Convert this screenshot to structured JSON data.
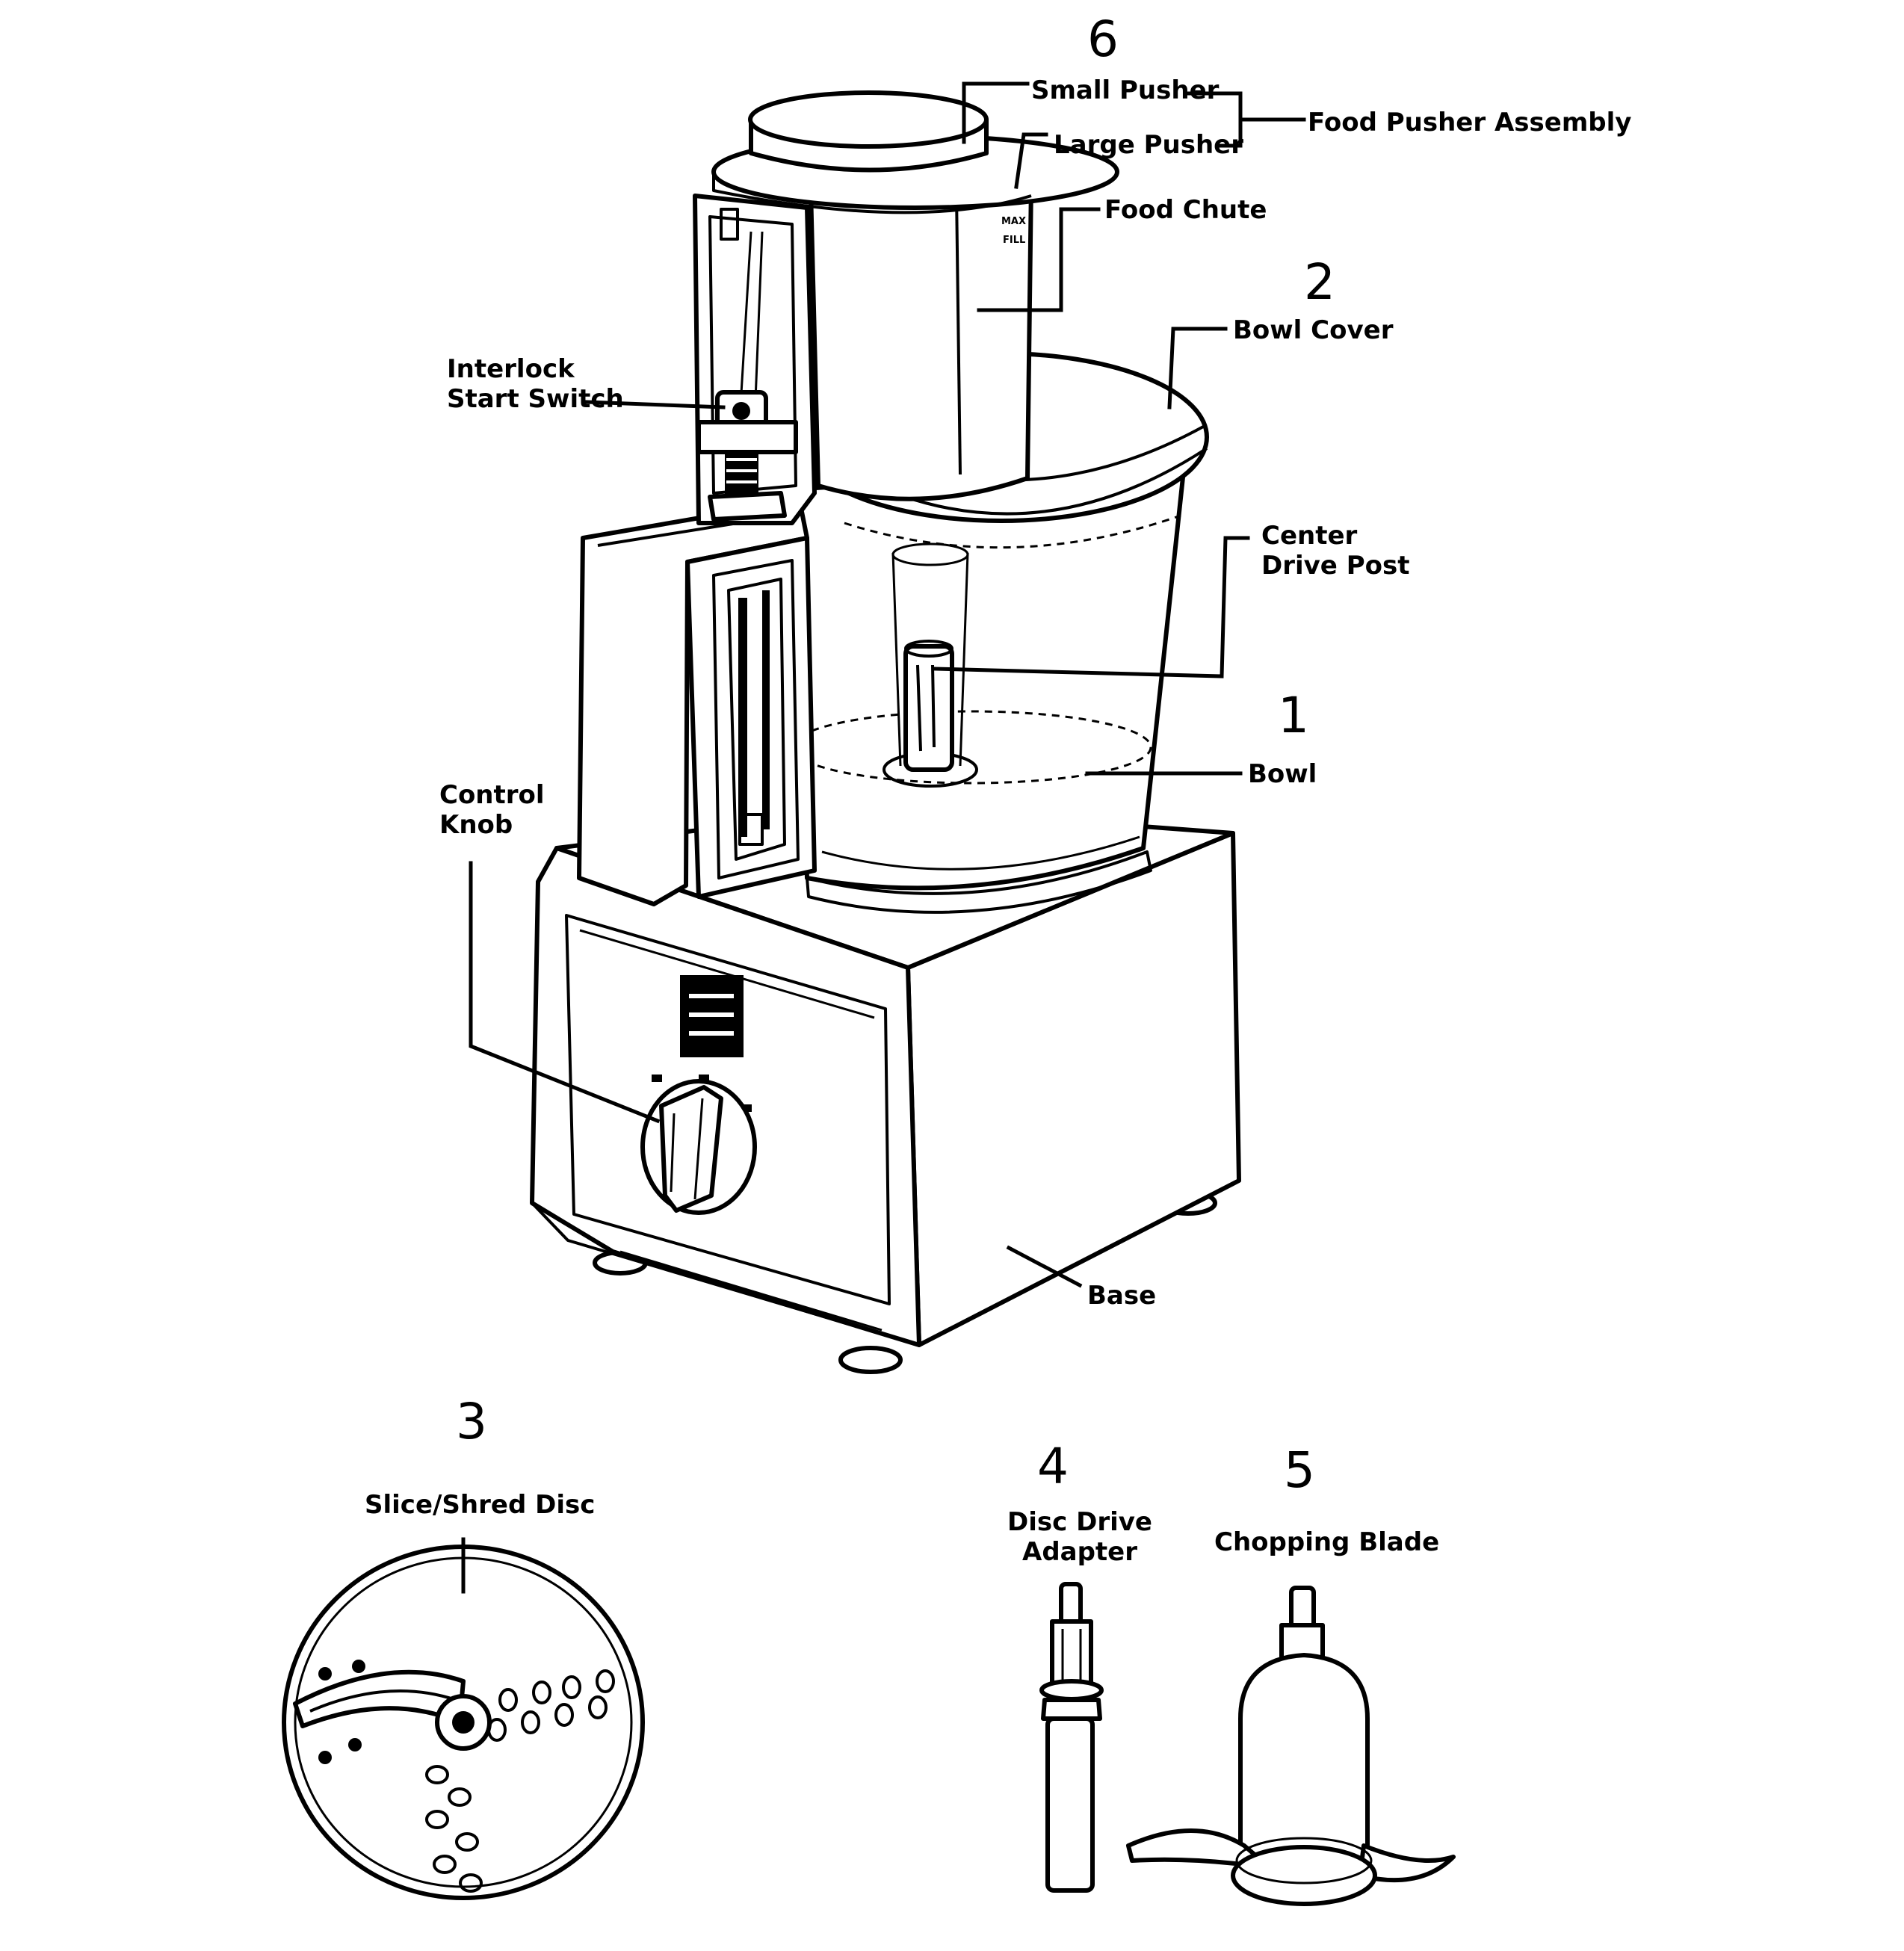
{
  "callouts": {
    "small_pusher": "Small Pusher",
    "large_pusher": "Large Pusher",
    "food_pusher_assembly": "Food Pusher Assembly",
    "food_chute": "Food Chute",
    "bowl_cover": "Bowl Cover",
    "interlock_line1": "Interlock",
    "interlock_line2": "Start Switch",
    "center_drive_line1": "Center",
    "center_drive_line2": "Drive Post",
    "bowl": "Bowl",
    "control_knob_line1": "Control",
    "control_knob_line2": "Knob",
    "base": "Base",
    "slice_shred_disc": "Slice/Shred Disc",
    "disc_drive_line1": "Disc Drive",
    "disc_drive_line2": "Adapter",
    "chopping_blade": "Chopping Blade"
  },
  "part_numbers": {
    "n1": "1",
    "n2": "2",
    "n3": "3",
    "n4": "4",
    "n5": "5",
    "n6": "6"
  }
}
